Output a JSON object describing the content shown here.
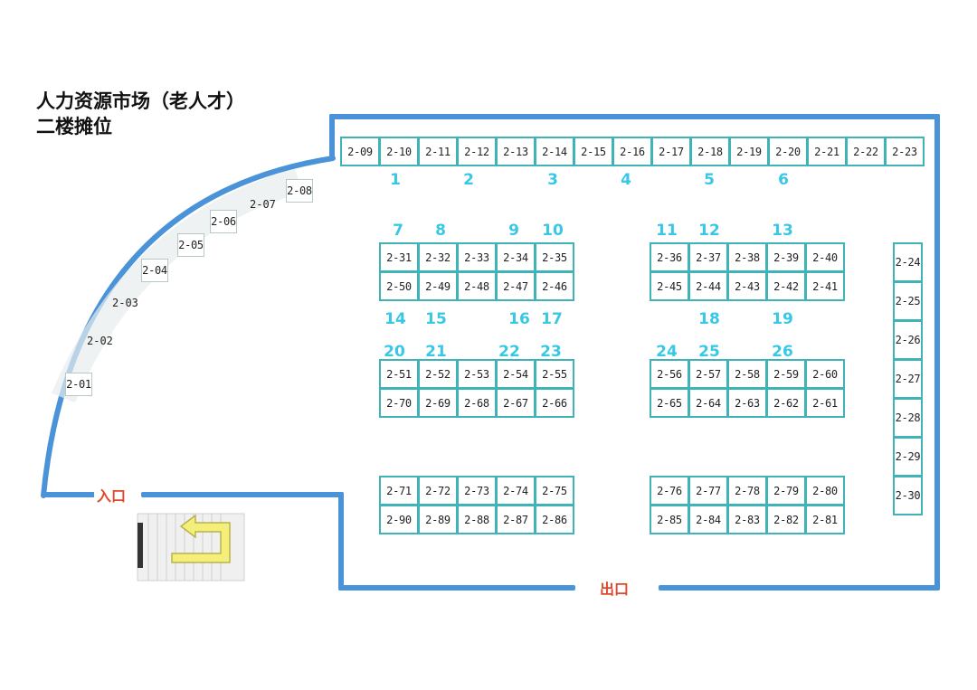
{
  "title": {
    "line1": "人力资源市场（老人才）",
    "line2": "二楼摊位"
  },
  "doors": {
    "entrance": "入口",
    "exit": "出口"
  },
  "colors": {
    "wall": "#4a93d8",
    "booth_border": "#3fb3b8",
    "zone_number": "#38c8e6",
    "door_label": "#e0482d",
    "stairs_arrow": "#f4ee7a"
  },
  "icons": {
    "stairs": "stairs-icon"
  },
  "curve_booths": [
    "2-01",
    "2-02",
    "2-03",
    "2-04",
    "2-05",
    "2-06",
    "2-07",
    "2-08"
  ],
  "top_row": [
    "2-09",
    "2-10",
    "2-11",
    "2-12",
    "2-13",
    "2-14",
    "2-15",
    "2-16",
    "2-17",
    "2-18",
    "2-19",
    "2-20",
    "2-21",
    "2-22",
    "2-23"
  ],
  "right_column": [
    "2-24",
    "2-25",
    "2-26",
    "2-27",
    "2-28",
    "2-29",
    "2-30"
  ],
  "blocks": [
    {
      "top": [
        "2-31",
        "2-32",
        "2-33",
        "2-34",
        "2-35"
      ],
      "bottom": [
        "2-50",
        "2-49",
        "2-48",
        "2-47",
        "2-46"
      ]
    },
    {
      "top": [
        "2-36",
        "2-37",
        "2-38",
        "2-39",
        "2-40"
      ],
      "bottom": [
        "2-45",
        "2-44",
        "2-43",
        "2-42",
        "2-41"
      ]
    },
    {
      "top": [
        "2-51",
        "2-52",
        "2-53",
        "2-54",
        "2-55"
      ],
      "bottom": [
        "2-70",
        "2-69",
        "2-68",
        "2-67",
        "2-66"
      ]
    },
    {
      "top": [
        "2-56",
        "2-57",
        "2-58",
        "2-59",
        "2-60"
      ],
      "bottom": [
        "2-65",
        "2-64",
        "2-63",
        "2-62",
        "2-61"
      ]
    },
    {
      "top": [
        "2-71",
        "2-72",
        "2-73",
        "2-74",
        "2-75"
      ],
      "bottom": [
        "2-90",
        "2-89",
        "2-88",
        "2-87",
        "2-86"
      ]
    },
    {
      "top": [
        "2-76",
        "2-77",
        "2-78",
        "2-79",
        "2-80"
      ],
      "bottom": [
        "2-85",
        "2-84",
        "2-83",
        "2-82",
        "2-81"
      ]
    }
  ],
  "zone_numbers": [
    "1",
    "2",
    "3",
    "4",
    "5",
    "6",
    "7",
    "8",
    "9",
    "10",
    "11",
    "12",
    "13",
    "14",
    "15",
    "16",
    "17",
    "18",
    "19",
    "20",
    "21",
    "22",
    "23",
    "24",
    "25",
    "26"
  ]
}
